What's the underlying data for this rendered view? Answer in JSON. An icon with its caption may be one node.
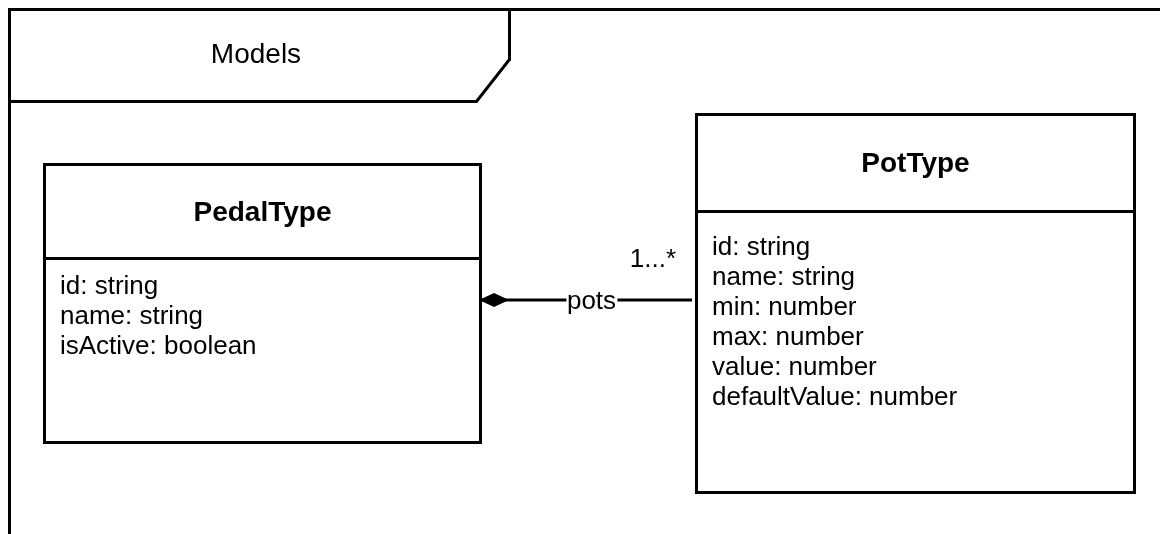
{
  "diagram": {
    "nodes": [
      {
        "text": [
          "Models"
        ]
      },
      {
        "text": [
          "PedalType",
          "id: string",
          "name: string",
          "isActive: boolean"
        ],
        "in": 0
      },
      {
        "text": [
          "PotType",
          "id: string",
          "name: string",
          "min: number",
          "max: number",
          "value: number",
          "defaultValue: number"
        ],
        "in": 0
      }
    ],
    "edges": [
      {
        "from": 1,
        "to": 2,
        "arrow": "other",
        "label": "pots"
      }
    ],
    "labels": [
      "1...*"
    ]
  }
}
